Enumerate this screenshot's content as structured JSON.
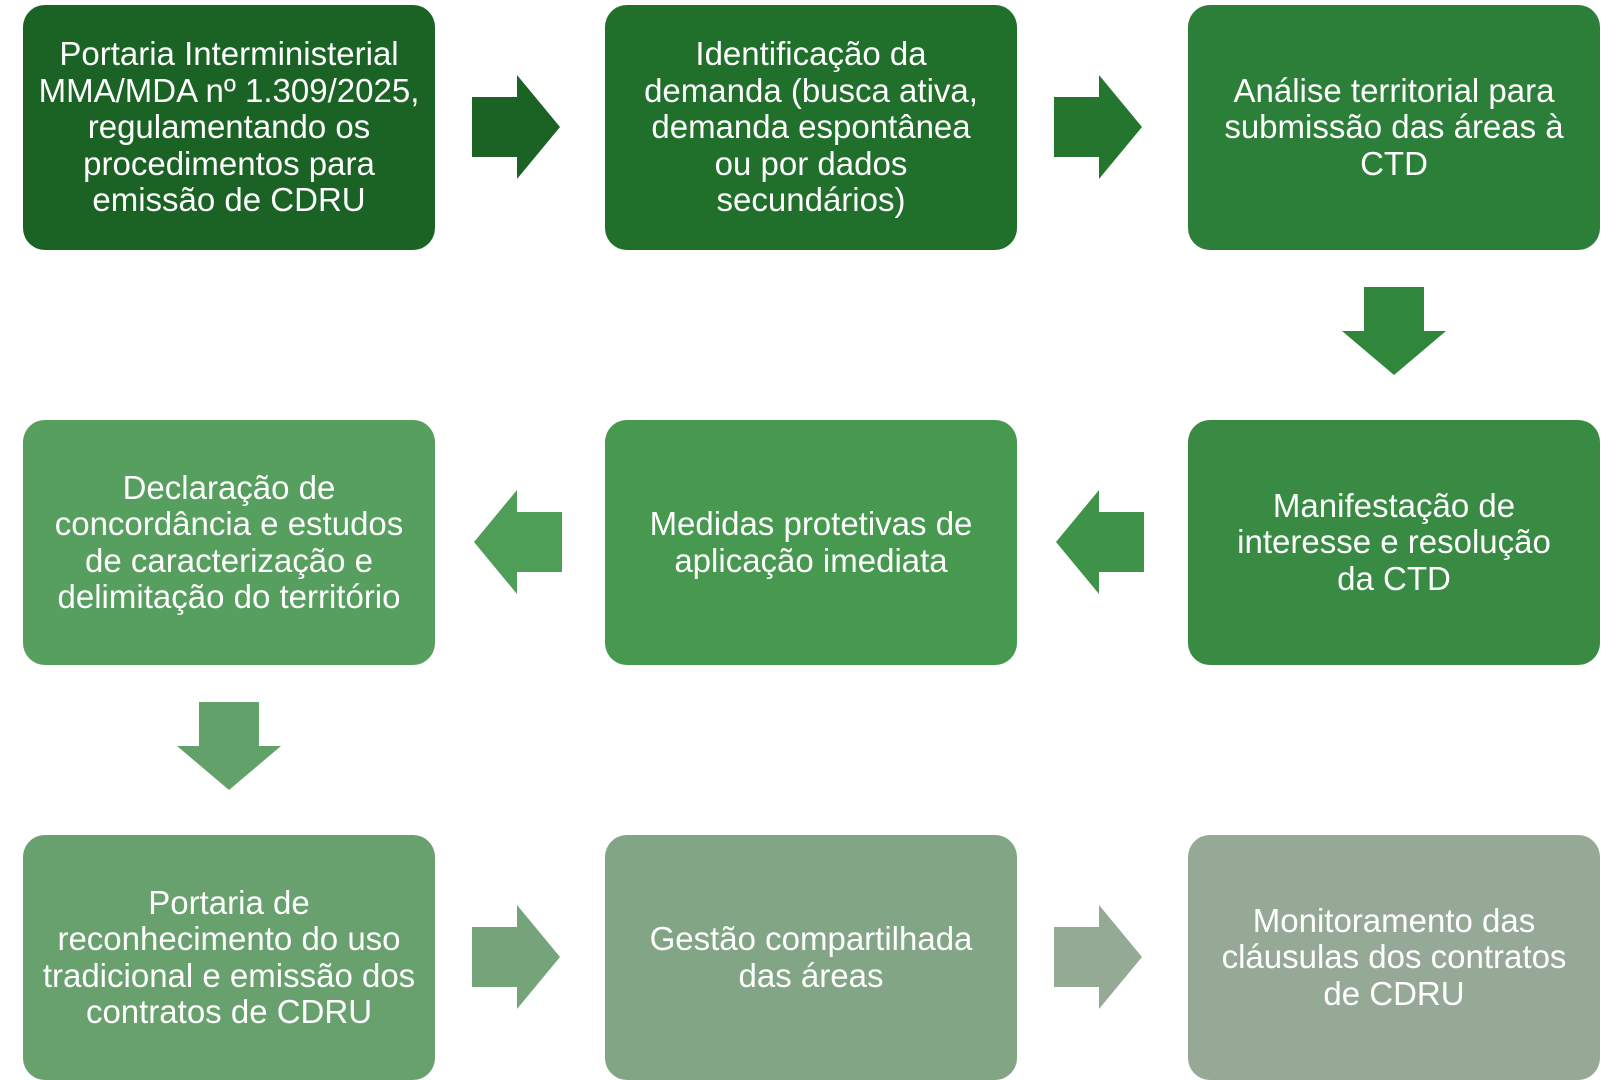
{
  "title": "Fluxo de procedimentos para emissão de CDRU",
  "steps": [
    {
      "id": 1,
      "text": "Portaria Interministerial MMA/MDA nº 1.309/2025, regulamentando os procedimentos para emissão de CDRU",
      "color": "#1b6325"
    },
    {
      "id": 2,
      "text": "Identificação da demanda (busca ativa, demanda espontânea ou por dados secundários)",
      "color": "#206f2b"
    },
    {
      "id": 3,
      "text": "Análise territorial para submissão das áreas à CTD",
      "color": "#2c7f39"
    },
    {
      "id": 4,
      "text": "Manifestação de interesse e resolução da CTD",
      "color": "#398b43"
    },
    {
      "id": 5,
      "text": "Medidas protetivas de aplicação imediata",
      "color": "#46994f"
    },
    {
      "id": 6,
      "text": "Declaração de concordância e estudos de caracterização e delimitação do território",
      "color": "#569f5e"
    },
    {
      "id": 7,
      "text": "Portaria de reconhecimento do uso tradicional e emissão dos contratos de CDRU",
      "color": "#68a16e"
    },
    {
      "id": 8,
      "text": "Gestão compartilhada das áreas",
      "color": "#82a585"
    },
    {
      "id": 9,
      "text": "Monitoramento das cláusulas dos contratos de CDRU",
      "color": "#96a996"
    }
  ],
  "arrows": [
    {
      "from": 1,
      "to": 2,
      "direction": "right",
      "color": "#1b6325"
    },
    {
      "from": 2,
      "to": 3,
      "direction": "right",
      "color": "#24762f"
    },
    {
      "from": 3,
      "to": 4,
      "direction": "down",
      "color": "#30863b"
    },
    {
      "from": 4,
      "to": 5,
      "direction": "left",
      "color": "#3f9349"
    },
    {
      "from": 5,
      "to": 6,
      "direction": "left",
      "color": "#4e9e57"
    },
    {
      "from": 6,
      "to": 7,
      "direction": "down",
      "color": "#62a169"
    },
    {
      "from": 7,
      "to": 8,
      "direction": "right",
      "color": "#76a47a"
    },
    {
      "from": 8,
      "to": 9,
      "direction": "right",
      "color": "#94aa94"
    }
  ]
}
